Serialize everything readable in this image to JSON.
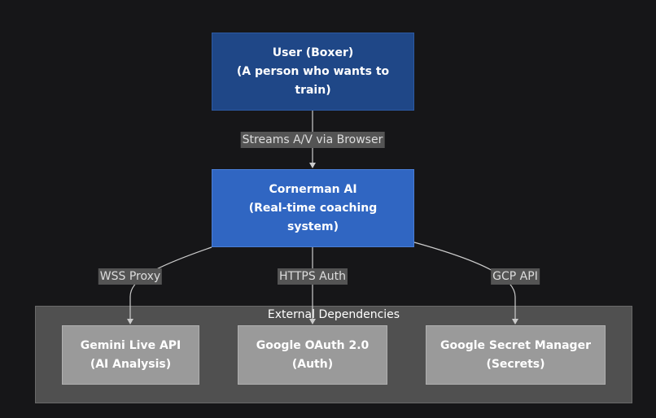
{
  "nodes": {
    "user": {
      "line1": "User (Boxer)",
      "line2": "(A person who wants to",
      "line3": "train)"
    },
    "cornerman": {
      "line1": "Cornerman AI",
      "line2": "(Real-time coaching",
      "line3": "system)"
    },
    "gemini": {
      "line1": "Gemini Live API",
      "line2": "(AI Analysis)"
    },
    "oauth": {
      "line1": "Google OAuth 2.0",
      "line2": "(Auth)"
    },
    "secret": {
      "line1": "Google Secret Manager",
      "line2": "(Secrets)"
    }
  },
  "group": {
    "title": "External Dependencies"
  },
  "edges": {
    "user_to_cornerman": "Streams A/V via Browser",
    "cornerman_to_gemini": "WSS Proxy",
    "cornerman_to_oauth": "HTTPS Auth",
    "cornerman_to_secret": "GCP API"
  },
  "colors": {
    "background": "#161618",
    "user_node": "#1f4787",
    "cornerman_node": "#3066c2",
    "group_fill": "#505050",
    "dependency_node": "#9a9a9a",
    "edge_line": "#cccccc"
  }
}
